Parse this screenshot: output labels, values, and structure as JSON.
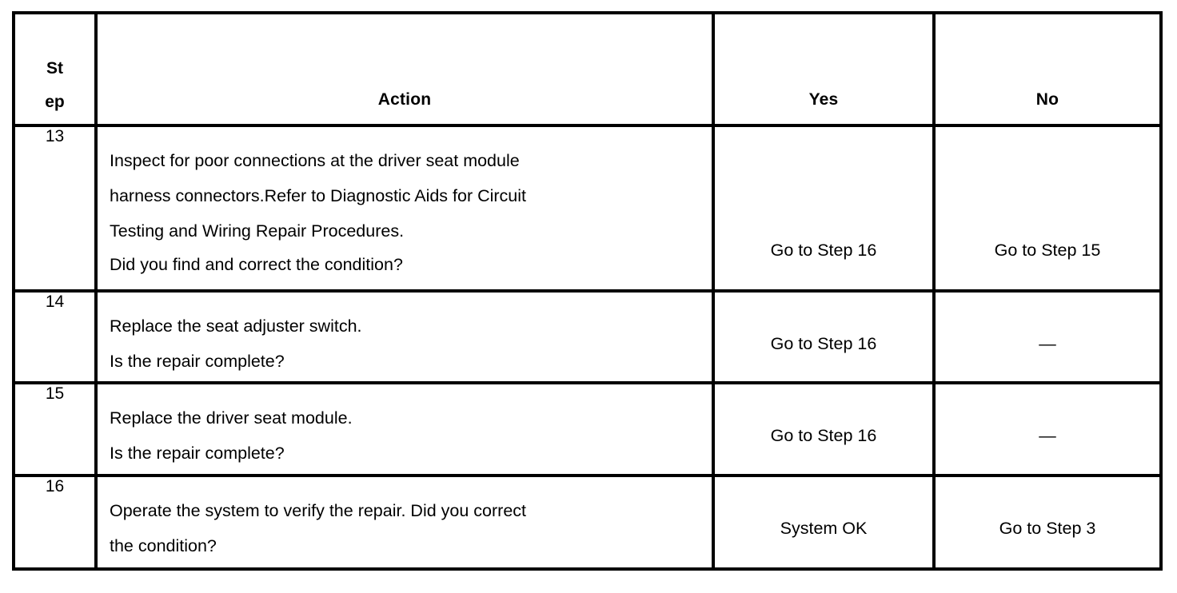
{
  "table": {
    "headers": {
      "step": {
        "line1": "St",
        "line2": "ep",
        "full": "Step"
      },
      "action": "Action",
      "yes": "Yes",
      "no": "No"
    },
    "rows": [
      {
        "step": "13",
        "action_lines": [
          "Inspect for poor connections at the driver seat module",
          "harness connectors.Refer to Diagnostic Aids for Circuit",
          "Testing and Wiring Repair Procedures.",
          "Did you find and correct the condition?"
        ],
        "yes": "Go to Step 16",
        "no": "Go to Step 15"
      },
      {
        "step": "14",
        "action_lines": [
          "Replace the seat adjuster switch.",
          "Is the repair complete?"
        ],
        "yes": "Go to Step 16",
        "no": "—"
      },
      {
        "step": "15",
        "action_lines": [
          "Replace the driver seat module.",
          "Is the repair complete?"
        ],
        "yes": "Go to Step 16",
        "no": "—"
      },
      {
        "step": "16",
        "action_lines": [
          "Operate the system to verify the repair. Did you correct",
          "the condition?"
        ],
        "yes": "System OK",
        "no": "Go to Step 3"
      }
    ]
  },
  "colors": {
    "border": "#000000",
    "text": "#000000",
    "background": "#ffffff"
  }
}
